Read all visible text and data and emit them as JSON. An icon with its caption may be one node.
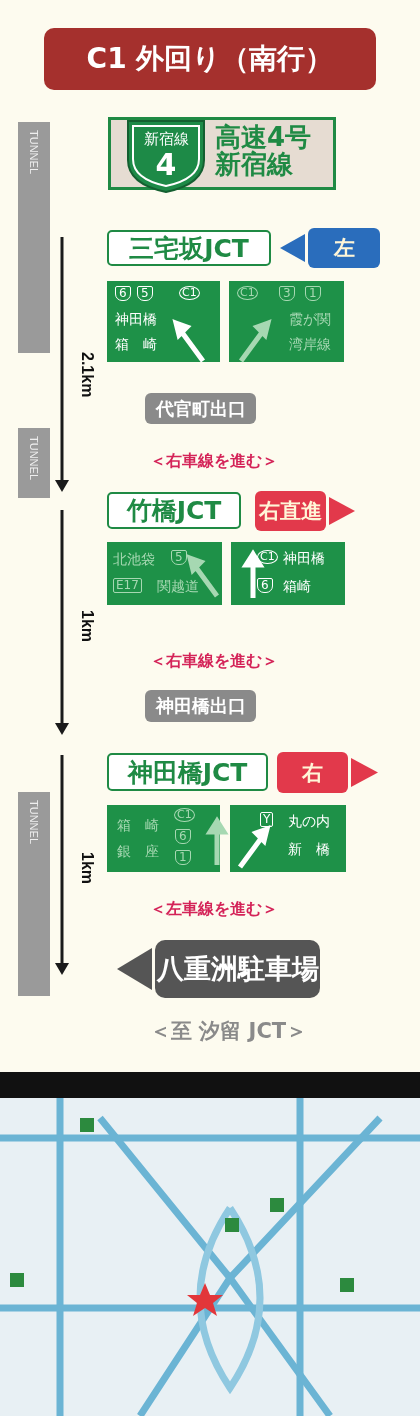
{
  "diagram": {
    "title": "C1 外回り（南行）",
    "nodes": [
      {
        "text": [
          "高速4号新宿線"
        ]
      },
      {
        "text": [
          "新宿線",
          "4"
        ],
        "in": 0
      },
      {
        "text": [
          "三宅坂JCT"
        ]
      },
      {
        "text": [
          "左"
        ]
      },
      {
        "text": [
          "6",
          "5",
          "C1",
          "神田橋",
          "箱　崎"
        ]
      },
      {
        "text": [
          "C1",
          "3",
          "1",
          "霞が関",
          "湾岸線"
        ]
      },
      {
        "text": [
          "代官町出口"
        ]
      },
      {
        "text": [
          "竹橋JCT"
        ]
      },
      {
        "text": [
          "右直進"
        ]
      },
      {
        "text": [
          "北池袋",
          "5",
          "E17",
          "関越道"
        ]
      },
      {
        "text": [
          "C1",
          "神田橋",
          "6",
          "箱崎"
        ]
      },
      {
        "text": [
          "神田橋出口"
        ]
      },
      {
        "text": [
          "神田橋JCT"
        ]
      },
      {
        "text": [
          "右"
        ]
      },
      {
        "text": [
          "箱　崎",
          "銀　座",
          "C1",
          "6",
          "1"
        ]
      },
      {
        "text": [
          "Y",
          "丸の内",
          "新　橋"
        ]
      },
      {
        "text": [
          "八重洲駐車場"
        ]
      }
    ],
    "labels": [
      "TUNNEL",
      "2.1km",
      "TUNNEL",
      "＜右車線を進む＞",
      "1km",
      "＜右車線を進む＞",
      "TUNNEL",
      "1km",
      "＜左車線を進む＞",
      "＜至 汐留 JCT＞"
    ]
  }
}
